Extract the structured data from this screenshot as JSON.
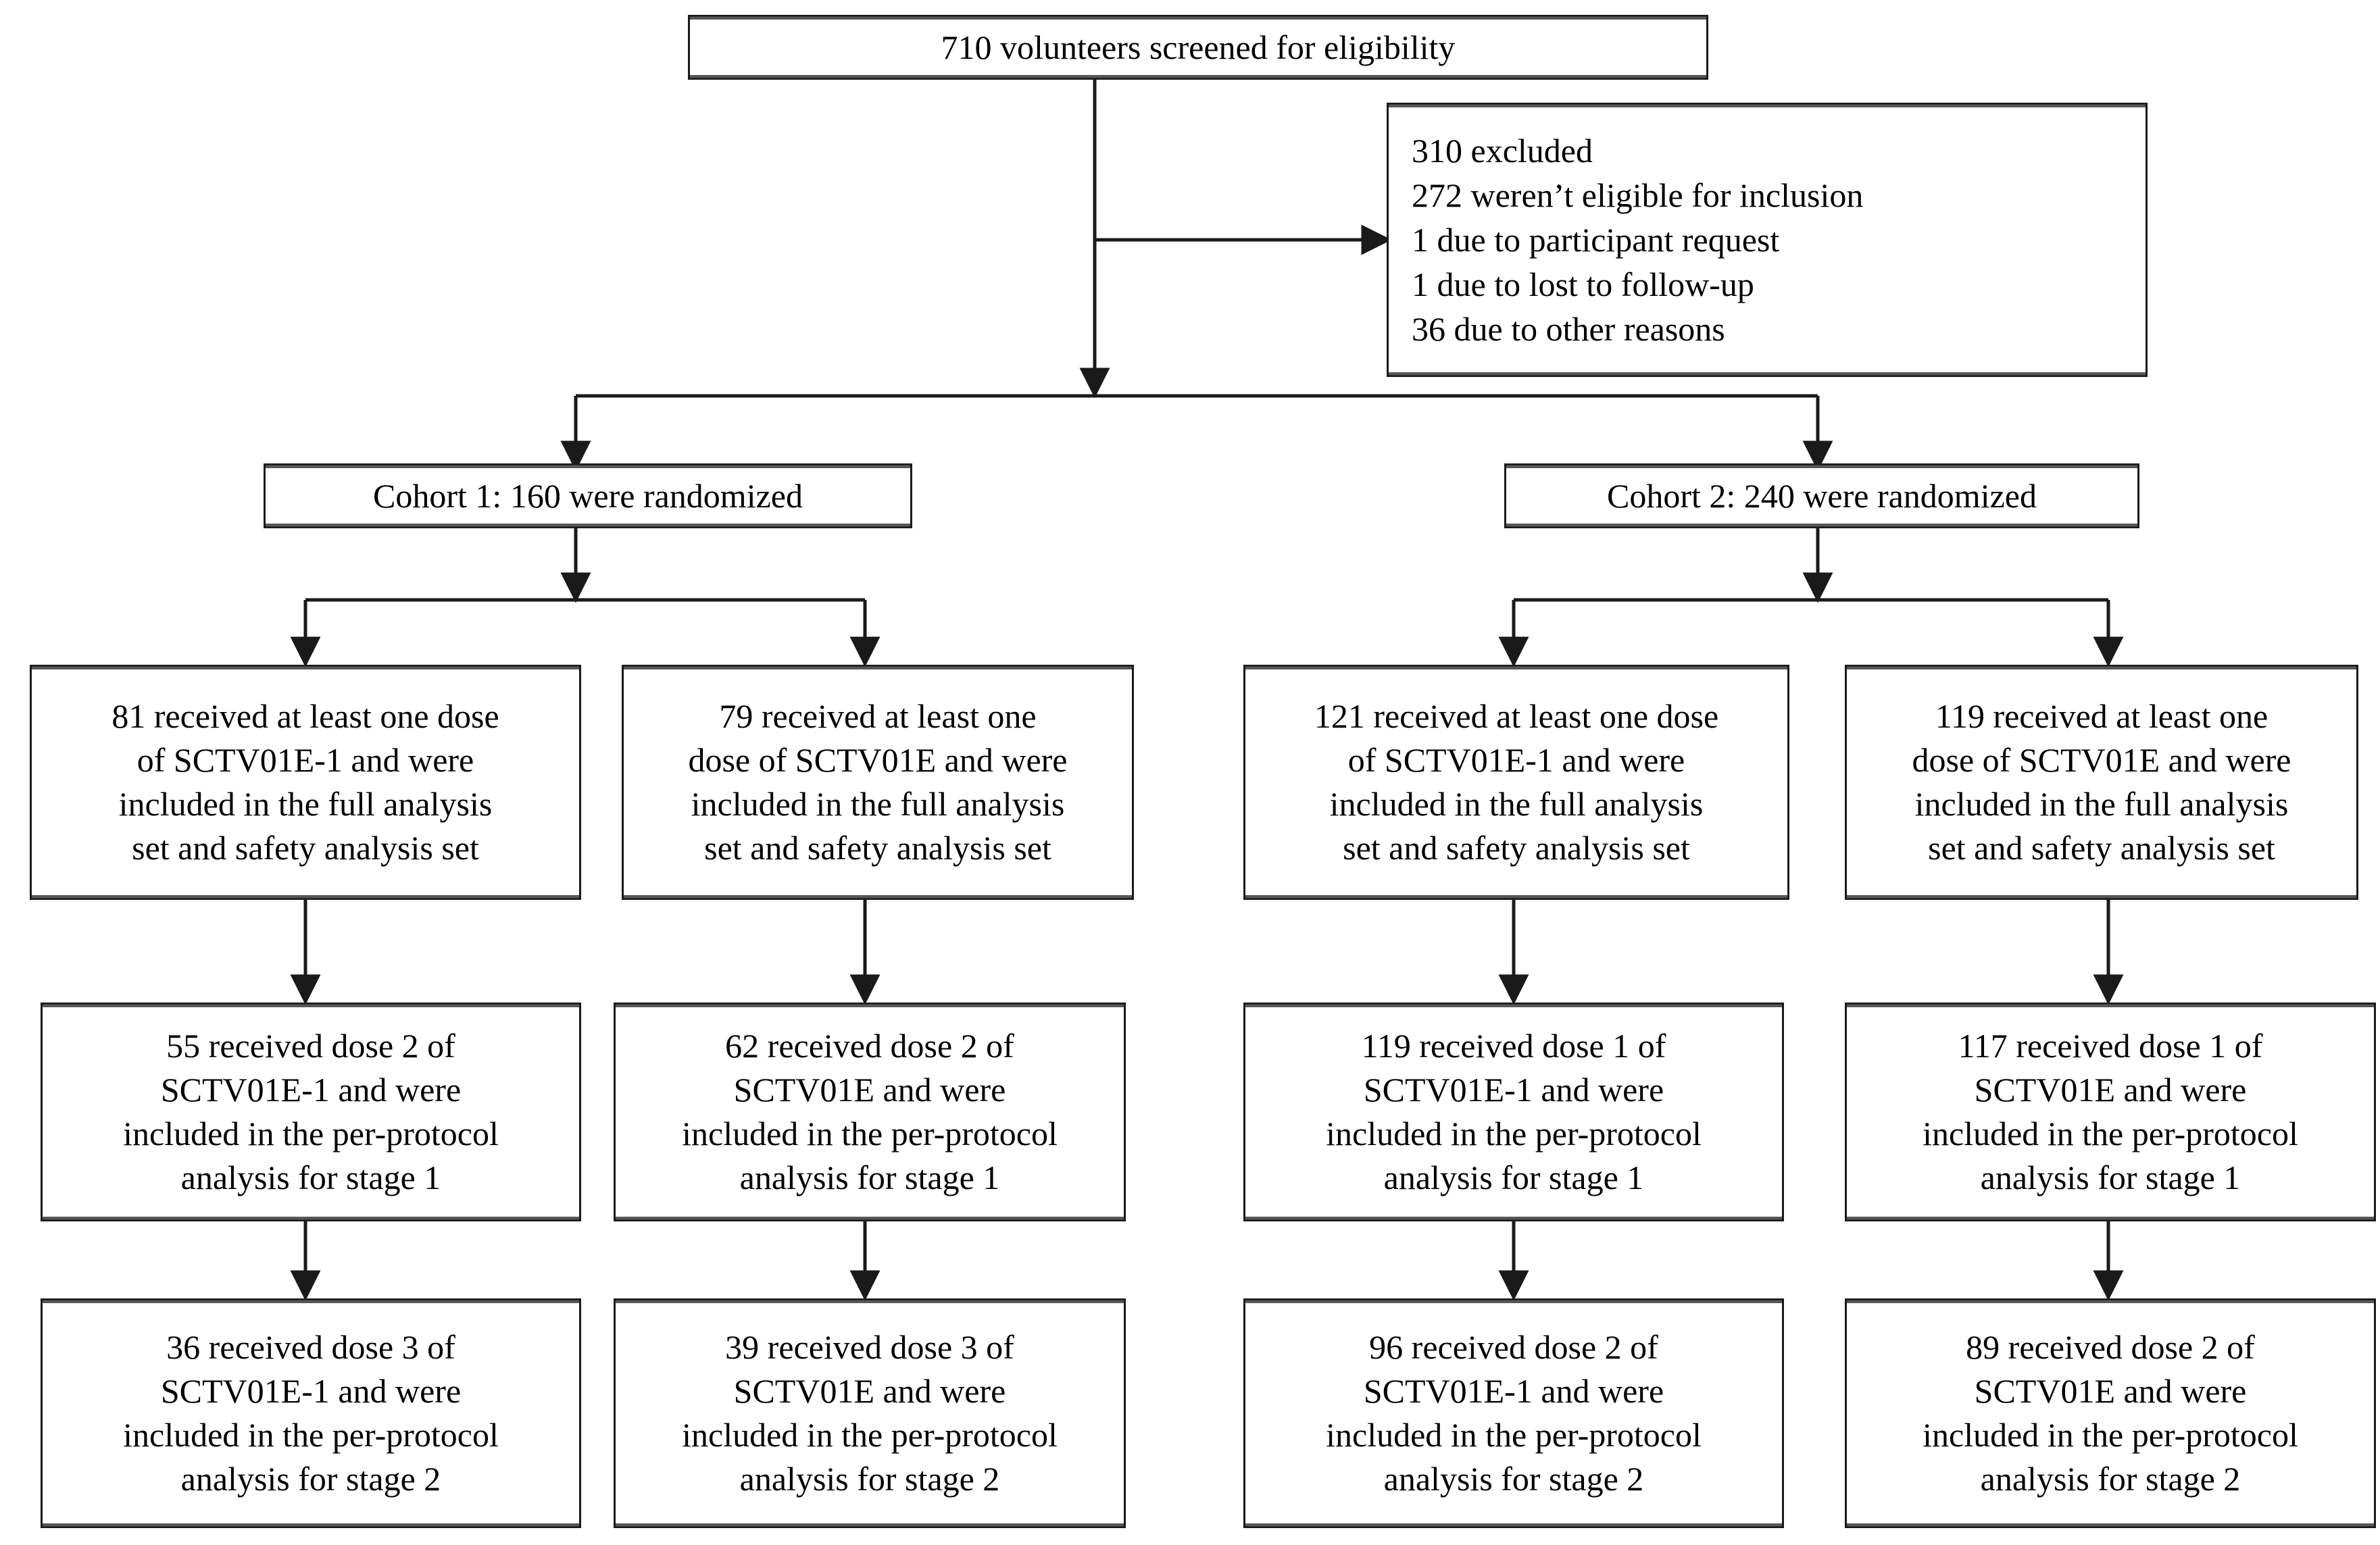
{
  "figure": {
    "type": "consort-flow-diagram",
    "line_color": "#1a1a1a",
    "box_border_color": "#1a1a1a",
    "background_color": "#ffffff"
  },
  "nodes": {
    "screened": {
      "label": "710 volunteers screened for eligibility",
      "count": 710
    },
    "excluded": {
      "label": "310 excluded\n 272 weren’t eligible for inclusion\n 1 due to participant request\n 1 due to lost to follow-up\n 36 due to other reasons",
      "total": 310,
      "reasons": [
        {
          "n": 272,
          "text": "weren’t eligible for inclusion"
        },
        {
          "n": 1,
          "text": "due to participant request"
        },
        {
          "n": 1,
          "text": "due to lost to follow-up"
        },
        {
          "n": 36,
          "text": "due to other reasons"
        }
      ]
    },
    "cohort1": {
      "label": "Cohort 1: 160 were randomized",
      "count": 160
    },
    "cohort2": {
      "label": "Cohort 2: 240 were randomized",
      "count": 240
    },
    "c1a_r1": {
      "label": "81 received at least one dose\nof SCTV01E-1 and were\nincluded in the full analysis\nset and safety analysis set",
      "count": 81
    },
    "c1b_r1": {
      "label": "79 received at least one\ndose of SCTV01E and were\nincluded in the full analysis\nset and safety analysis set",
      "count": 79
    },
    "c2a_r1": {
      "label": "121 received at least one dose\nof SCTV01E-1 and were\nincluded in the full analysis\nset and safety analysis set",
      "count": 121
    },
    "c2b_r1": {
      "label": "119 received at least one\ndose of SCTV01E and were\nincluded in the full analysis\nset and safety analysis set",
      "count": 119
    },
    "c1a_r2": {
      "label": "55 received dose 2 of\nSCTV01E-1 and were\nincluded in the per-protocol\nanalysis for stage 1",
      "count": 55
    },
    "c1b_r2": {
      "label": "62 received dose 2 of\nSCTV01E and were\nincluded in the per-protocol\nanalysis for stage 1",
      "count": 62
    },
    "c2a_r2": {
      "label": "119 received dose 1 of\nSCTV01E-1 and were\nincluded in the per-protocol\nanalysis for stage 1",
      "count": 119
    },
    "c2b_r2": {
      "label": "117 received dose 1 of\nSCTV01E and were\nincluded in the per-protocol\nanalysis for stage 1",
      "count": 117
    },
    "c1a_r3": {
      "label": "36 received dose 3 of\nSCTV01E-1 and were\nincluded in the per-protocol\nanalysis for stage 2",
      "count": 36
    },
    "c1b_r3": {
      "label": "39 received dose 3 of\nSCTV01E and were\nincluded in the per-protocol\nanalysis for stage 2",
      "count": 39
    },
    "c2a_r3": {
      "label": "96 received dose 2 of\nSCTV01E-1 and were\nincluded in the per-protocol\nanalysis for stage 2",
      "count": 96
    },
    "c2b_r3": {
      "label": "89 received dose 2 of\nSCTV01E and were\nincluded in the per-protocol\nanalysis for stage 2",
      "count": 89
    }
  }
}
